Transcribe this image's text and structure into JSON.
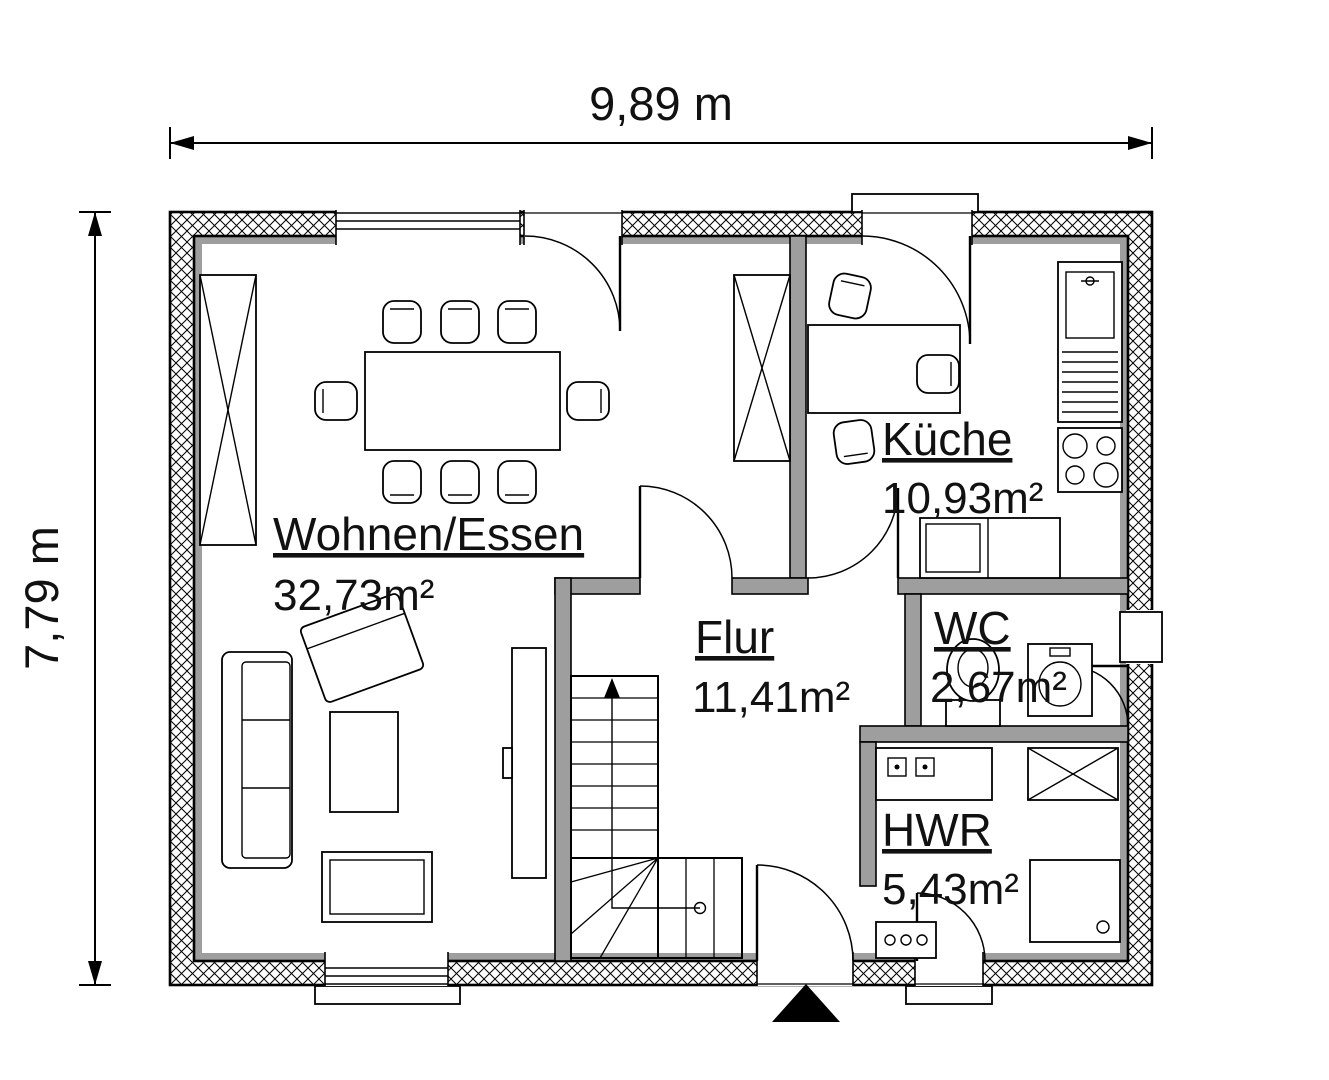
{
  "plan": {
    "dimensions": {
      "width": "9,89 m",
      "height": "7,79 m"
    },
    "rooms": [
      {
        "name": "Wohnen/Essen",
        "area": "32,73m²"
      },
      {
        "name": "Küche",
        "area": "10,93m²"
      },
      {
        "name": "Flur",
        "area": "11,41m²"
      },
      {
        "name": "WC",
        "area": "2,67m²"
      },
      {
        "name": "HWR",
        "area": "5,43m²"
      }
    ],
    "colors": {
      "wall_fill": "#9e9e9e",
      "line": "#000000",
      "background": "#ffffff"
    }
  }
}
